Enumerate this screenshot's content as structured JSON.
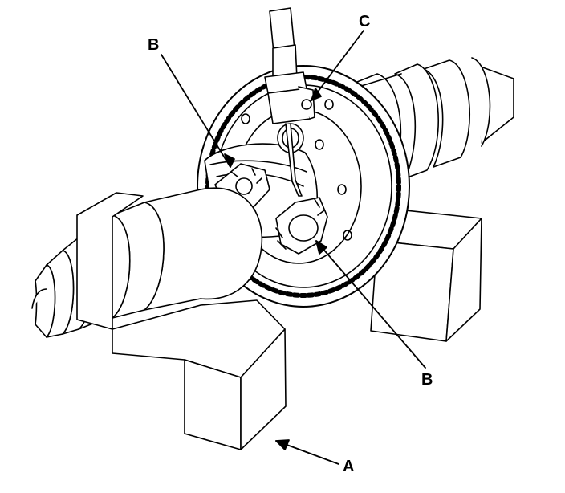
{
  "callouts": {
    "a": "A",
    "b_top": "B",
    "b_bottom": "B",
    "c": "C"
  },
  "colors": {
    "ink": "#000000",
    "paper": "#ffffff"
  }
}
